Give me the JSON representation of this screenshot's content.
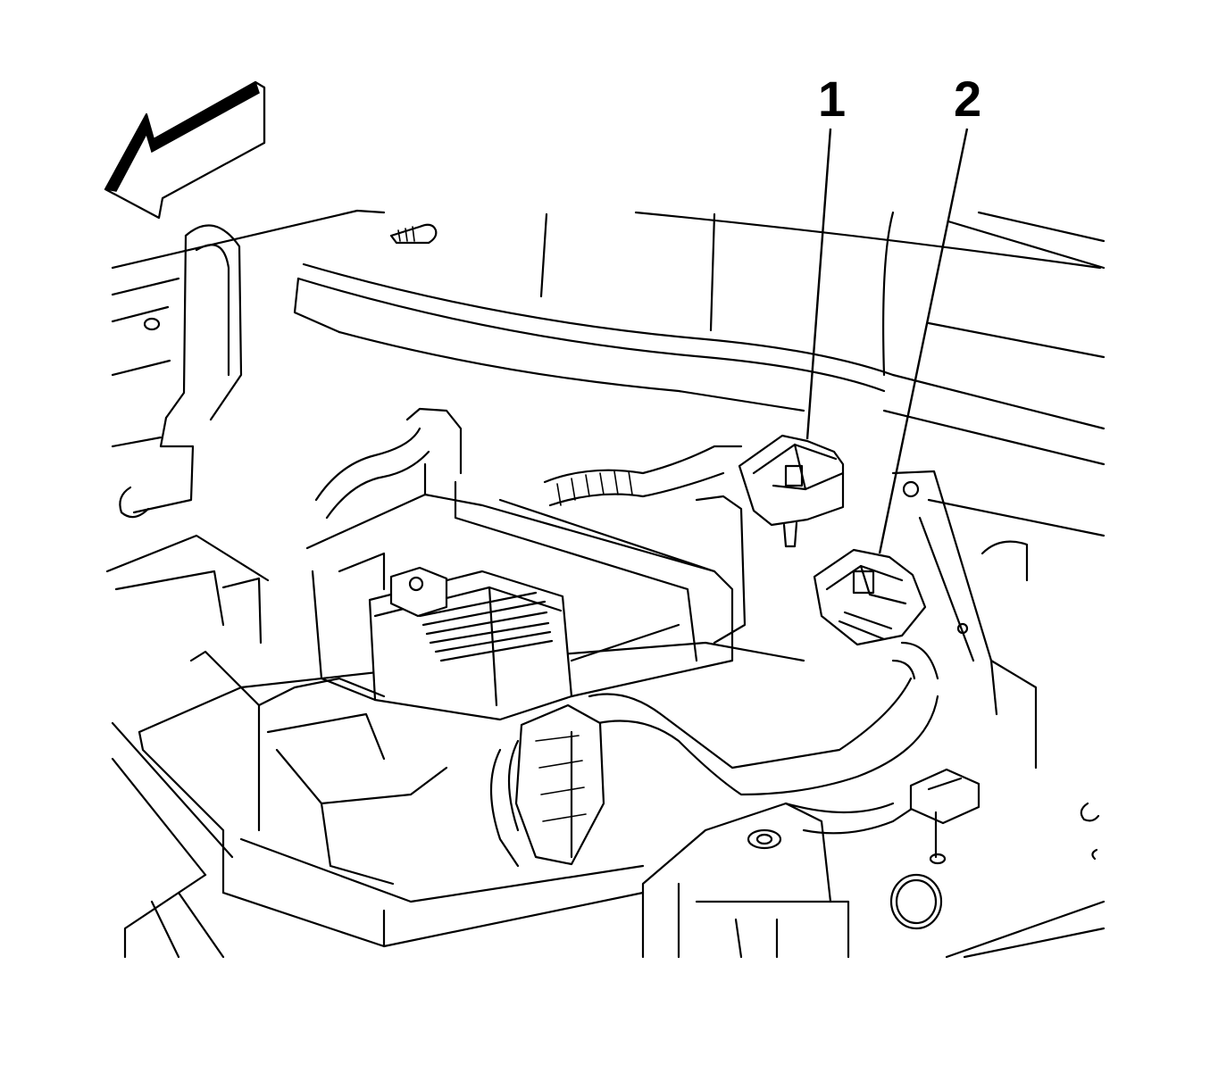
{
  "callouts": [
    {
      "label": "1",
      "name": "connector-1"
    },
    {
      "label": "2",
      "name": "connector-2"
    }
  ],
  "icons": {
    "direction_arrow": "front-direction-arrow-icon"
  },
  "colors": {
    "line": "#000000",
    "background": "#ffffff"
  }
}
